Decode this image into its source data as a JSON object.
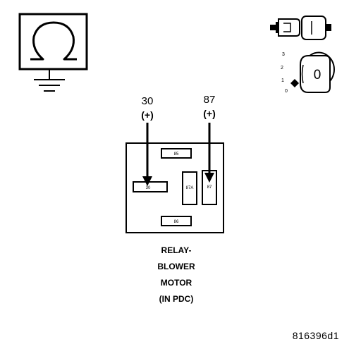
{
  "terminals": {
    "t30": {
      "number": "30",
      "polarity": "(+)"
    },
    "t87": {
      "number": "87",
      "polarity": "(+)"
    }
  },
  "relay": {
    "pins": {
      "p85": "85",
      "p30": "30",
      "p87a": "87A",
      "p87": "87",
      "p86": "86"
    }
  },
  "key_switch": {
    "positions": [
      "3",
      "2",
      "1",
      "0"
    ],
    "key_label": "0"
  },
  "caption": [
    "RELAY-",
    "BLOWER",
    "MOTOR",
    "(IN PDC)"
  ],
  "figure_id": "816396d1",
  "icons": [
    "ohmmeter-icon",
    "ground-icon",
    "connector-icon",
    "ignition-key-icon"
  ]
}
